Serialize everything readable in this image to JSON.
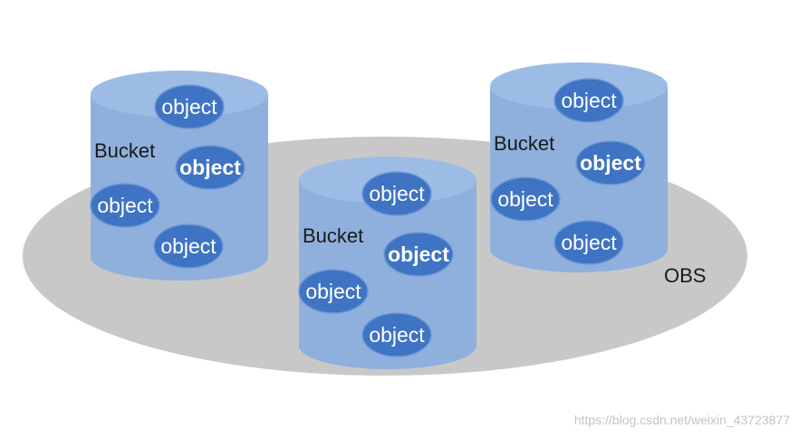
{
  "diagram": {
    "platform": {
      "label": "OBS",
      "fill": "#c8c8c8"
    },
    "bucket_fill": "#8fb0dd",
    "bucket_top_fill": "#9dbce5",
    "object_fill": "#3f74c4",
    "object_stroke": "#6f99d8",
    "buckets": [
      {
        "label": "Bucket",
        "objects": [
          {
            "label": "object",
            "bold": false
          },
          {
            "label": "object",
            "bold": true
          },
          {
            "label": "object",
            "bold": false
          },
          {
            "label": "object",
            "bold": false
          }
        ]
      },
      {
        "label": "Bucket",
        "objects": [
          {
            "label": "object",
            "bold": false
          },
          {
            "label": "object",
            "bold": true
          },
          {
            "label": "object",
            "bold": false
          },
          {
            "label": "object",
            "bold": false
          }
        ]
      },
      {
        "label": "Bucket",
        "objects": [
          {
            "label": "object",
            "bold": false
          },
          {
            "label": "object",
            "bold": true
          },
          {
            "label": "object",
            "bold": false
          },
          {
            "label": "object",
            "bold": false
          }
        ]
      }
    ]
  },
  "watermark": "https://blog.csdn.net/weixin_43723877"
}
